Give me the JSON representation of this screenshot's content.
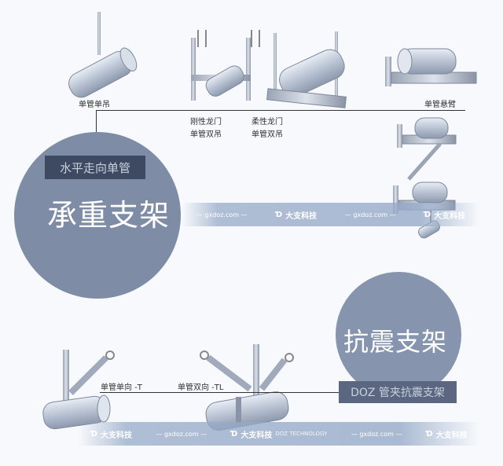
{
  "top_section": {
    "category_title": "承重支架",
    "subcategory_label": "水平走向单管",
    "items": [
      {
        "label_lines": [
          "单管单吊"
        ]
      },
      {
        "label_lines": [
          "刚性龙门",
          "单管双吊"
        ]
      },
      {
        "label_lines": [
          "柔性龙门",
          "单管双吊"
        ]
      },
      {
        "label_lines": [
          "单管悬臂"
        ]
      }
    ]
  },
  "bottom_section": {
    "category_title": "抗震支架",
    "subcategory_label": "DOZ 管夹抗震支架",
    "items": [
      {
        "label": "单管单向 -T"
      },
      {
        "label": "单管双向 -TL"
      }
    ]
  },
  "watermark": {
    "brand": "大支科技",
    "brand_sub": "DOZ TECHNOLOGY",
    "site": "— gxdoz.com —"
  },
  "colors": {
    "circle": "#7e8ca6",
    "label_box": "#3e4a62",
    "line": "#333333"
  }
}
